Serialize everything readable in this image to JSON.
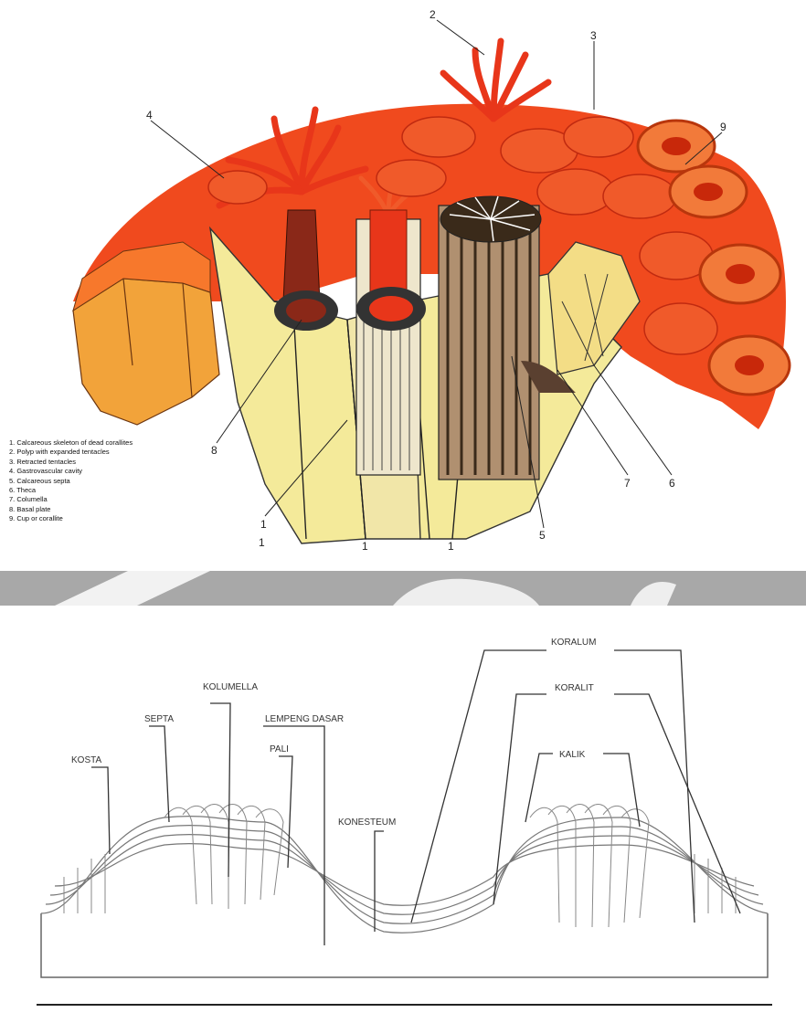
{
  "top_figure": {
    "callout_numbers": [
      "1",
      "2",
      "3",
      "4",
      "5",
      "6",
      "7",
      "8",
      "9",
      "1",
      "1",
      "1"
    ],
    "legend": [
      "1. Calcareous skeleton of dead corallites",
      "2. Polyp with expanded tentacles",
      "3. Retracted tentacles",
      "4. Gastrovascular cavity",
      "5. Calcareous septa",
      "6. Theca",
      "7. Columella",
      "8. Basal plate",
      "9. Cup or corallite"
    ]
  },
  "bottom_figure": {
    "labels": {
      "kosta": "KOSTA",
      "septa": "SEPTA",
      "kolumella": "KOLUMELLA",
      "lempeng_dasar": "LEMPENG DASAR",
      "pali": "PALI",
      "konesteum": "KONESTEUM",
      "koralum": "KORALUM",
      "koralit": "KORALIT",
      "kaliks": "KALIK"
    }
  },
  "colors": {
    "polyp_red": "#e8361a",
    "tissue_orange": "#f26a2a",
    "skeleton_yellow": "#f2e8a0",
    "separator_gray": "#a8a8a8"
  }
}
